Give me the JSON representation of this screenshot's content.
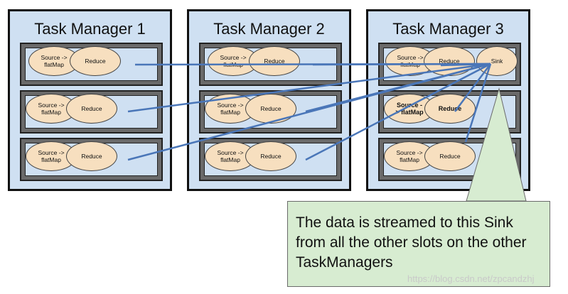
{
  "task_managers": [
    {
      "title": "Task Manager 1",
      "slots": [
        {
          "source": "Source ->\nflatMap",
          "reduce": "Reduce"
        },
        {
          "source": "Source ->\nflatMap",
          "reduce": "Reduce"
        },
        {
          "source": "Source ->\nflatMap",
          "reduce": "Reduce"
        }
      ]
    },
    {
      "title": "Task Manager 2",
      "slots": [
        {
          "source": "Source ->\nflatMap",
          "reduce": "Reduce"
        },
        {
          "source": "Source ->\nflatMap",
          "reduce": "Reduce"
        },
        {
          "source": "Source ->\nflatMap",
          "reduce": "Reduce"
        }
      ]
    },
    {
      "title": "Task Manager 3",
      "slots": [
        {
          "source": "Source ->\nflatMap",
          "reduce": "Reduce",
          "sink": "Sink"
        },
        {
          "source": "Source -\n> flatMap",
          "reduce": "Reduce"
        },
        {
          "source": "Source ->\nflatMap",
          "reduce": "Reduce"
        }
      ]
    }
  ],
  "callout": "The data is streamed to this Sink from all the other slots on the other TaskManagers",
  "watermark": "https://blog.csdn.net/zpcandzhj",
  "colors": {
    "manager_bg": "#cfe0f2",
    "node_fill": "#f7dfbf",
    "arrow": "#4a76b8",
    "callout_bg": "#d7ecd1"
  }
}
